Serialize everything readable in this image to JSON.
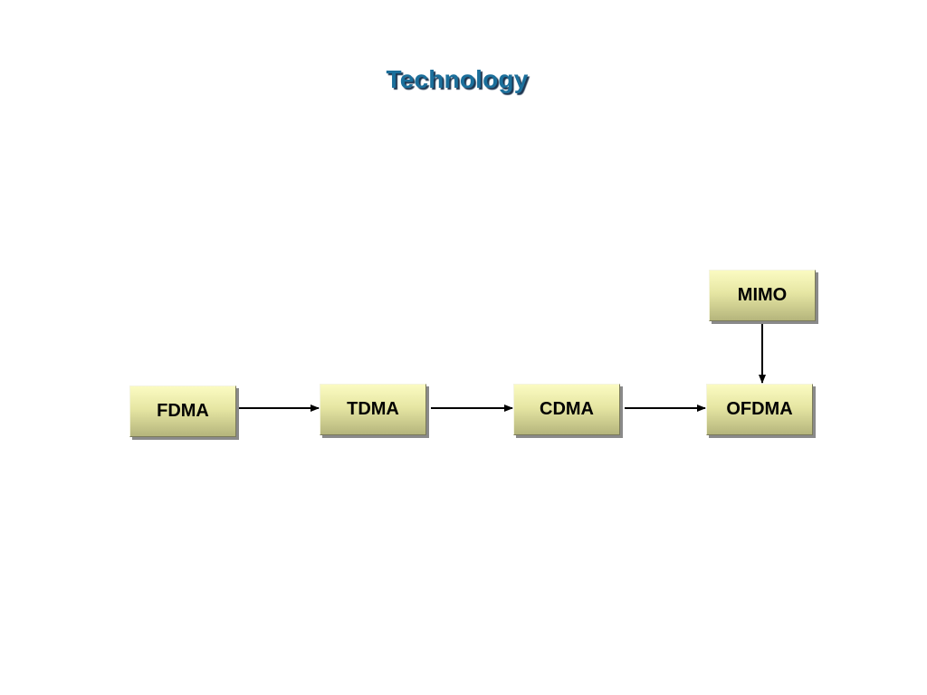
{
  "title": "Technology",
  "nodes": {
    "fdma": "FDMA",
    "tdma": "TDMA",
    "cdma": "CDMA",
    "ofdma": "OFDMA",
    "mimo": "MIMO"
  },
  "edges": [
    {
      "from": "FDMA",
      "to": "TDMA"
    },
    {
      "from": "TDMA",
      "to": "CDMA"
    },
    {
      "from": "CDMA",
      "to": "OFDMA"
    },
    {
      "from": "MIMO",
      "to": "OFDMA"
    }
  ]
}
